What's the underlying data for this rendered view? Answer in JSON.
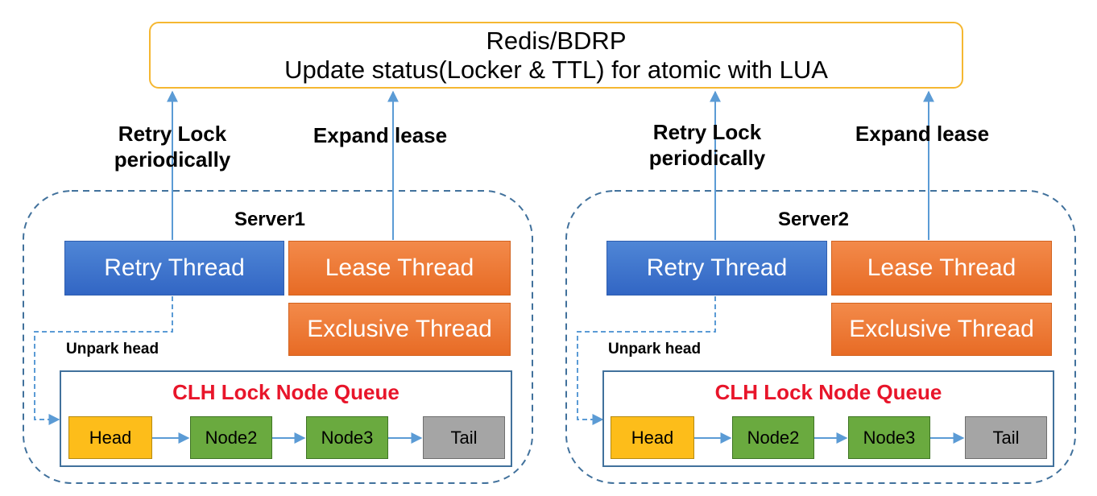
{
  "redis": {
    "line1": "Redis/BDRP",
    "line2": "Update status(Locker & TTL) for atomic with LUA"
  },
  "servers": [
    {
      "name": "Server1",
      "retry_label_line1": "Retry Lock",
      "retry_label_line2": "periodically",
      "lease_label": "Expand lease",
      "retry_thread": "Retry Thread",
      "lease_thread": "Lease Thread",
      "exclusive_thread": "Exclusive Thread",
      "unpark": "Unpark head",
      "queue_title": "CLH Lock Node Queue",
      "nodes": [
        "Head",
        "Node2",
        "Node3",
        "Tail"
      ]
    },
    {
      "name": "Server2",
      "retry_label_line1": "Retry Lock",
      "retry_label_line2": "periodically",
      "lease_label": "Expand lease",
      "retry_thread": "Retry Thread",
      "lease_thread": "Lease Thread",
      "exclusive_thread": "Exclusive Thread",
      "unpark": "Unpark head",
      "queue_title": "CLH Lock Node Queue",
      "nodes": [
        "Head",
        "Node2",
        "Node3",
        "Tail"
      ]
    }
  ],
  "colors": {
    "redis_border": "#F5B731",
    "server_border": "#41719C",
    "arrow": "#5B9BD5",
    "retry_thread": "#3F76CF",
    "lease_thread": "#ED7D31",
    "queue_title": "#E8152A",
    "head_node": "#FDBD1A",
    "mid_node": "#6AAA3F",
    "tail_node": "#A5A5A5"
  }
}
